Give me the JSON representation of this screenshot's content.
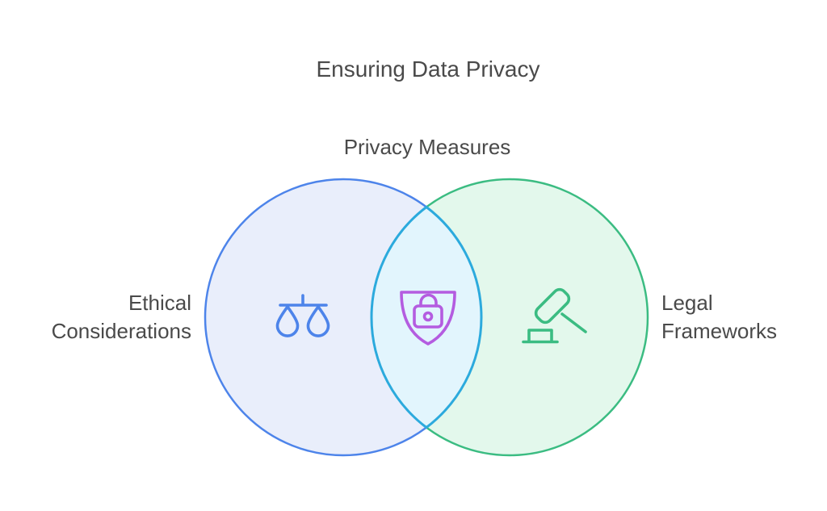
{
  "title": "Ensuring Data Privacy",
  "venn": {
    "intersection_label": "Privacy Measures",
    "left_set": {
      "label": "Ethical Considerations",
      "icon": "scales-icon"
    },
    "right_set": {
      "label": "Legal Frameworks",
      "icon": "gavel-icon"
    },
    "intersection": {
      "icon": "shield-lock-icon"
    }
  },
  "colors": {
    "background": "#ffffff",
    "text": "#4a4a4a",
    "left_circle_stroke": "#4d84ea",
    "left_circle_fill": "#e9eefb",
    "right_circle_stroke": "#3bbc82",
    "right_circle_fill": "#e3f8ec",
    "intersection_stroke": "#2caadd",
    "intersection_fill": "#e2f5fd",
    "shield_icon_stroke": "#b45ce0"
  }
}
